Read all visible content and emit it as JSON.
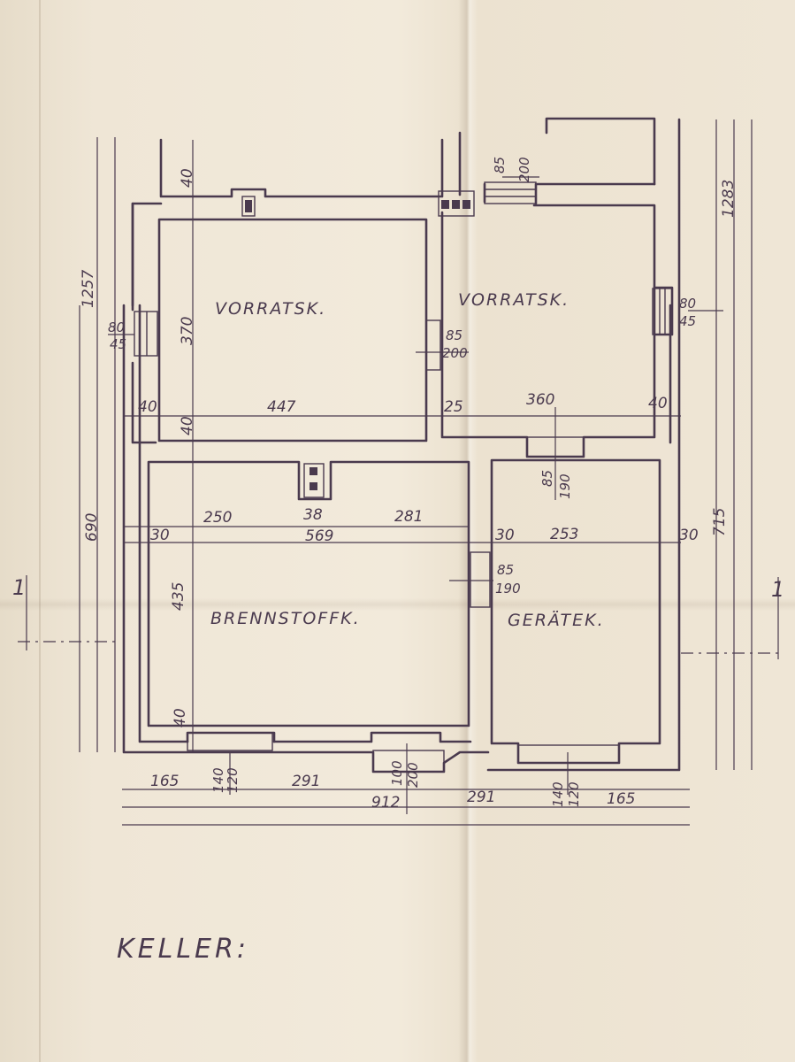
{
  "plan": {
    "title": "KELLER:",
    "rooms": [
      {
        "id": "vorratsk-left",
        "label": "VORRATSK."
      },
      {
        "id": "vorratsk-right",
        "label": "VORRATSK."
      },
      {
        "id": "brennstoffk",
        "label": "BRENNSTOFFK."
      },
      {
        "id": "geraetek",
        "label": "GERÄTEK."
      }
    ],
    "section_marker": "1",
    "dimensions": {
      "total_height_left": "1257",
      "total_height_right": "1283",
      "left_lower": "690",
      "right_lower": "715",
      "vorrat_left_height": "370",
      "vorrat_left_width": "447",
      "vorrat_right_width": "360",
      "brenn_height": "435",
      "brenn_width_a": "250",
      "brenn_width_b": "38",
      "brenn_width_c": "281",
      "brenn_total": "569",
      "geraet_width": "253",
      "wall_40": "40",
      "wall_30": "30",
      "wall_25": "25",
      "window_80": "80",
      "window_45": "45",
      "door_85": "85",
      "door_200": "200",
      "door_190": "190",
      "bottom_165": "165",
      "bottom_291": "291",
      "bottom_total": "912",
      "bottom_140": "140",
      "bottom_120": "120",
      "bottom_100": "100"
    }
  }
}
